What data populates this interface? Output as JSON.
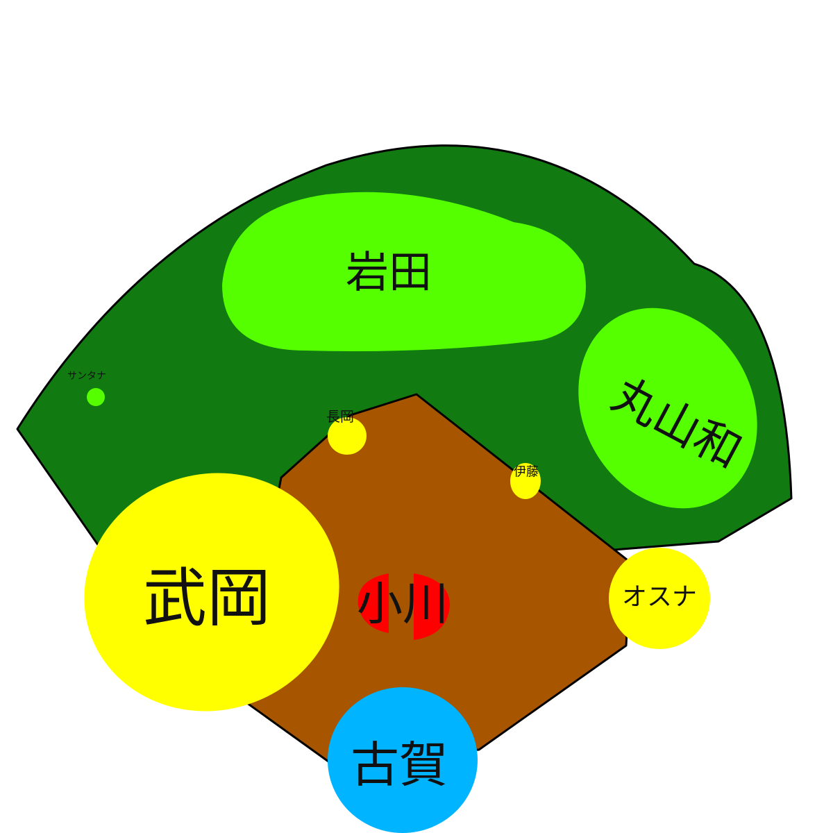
{
  "colors": {
    "background": "#ffffff",
    "outfield": "#117a11",
    "infield": "#a85500",
    "outfield_players": "#55ff00",
    "infield_players": "#ffff00",
    "pitcher": "#ff0000",
    "catcher": "#00b4ff",
    "outline": "#000000"
  },
  "players": {
    "center": "岩田",
    "right": "丸山和",
    "left": "サンタナ",
    "second": "長岡",
    "first": "伊藤",
    "shortstop": "武岡",
    "third": "オスナ",
    "pitcher": "小川",
    "catcher": "古賀"
  }
}
